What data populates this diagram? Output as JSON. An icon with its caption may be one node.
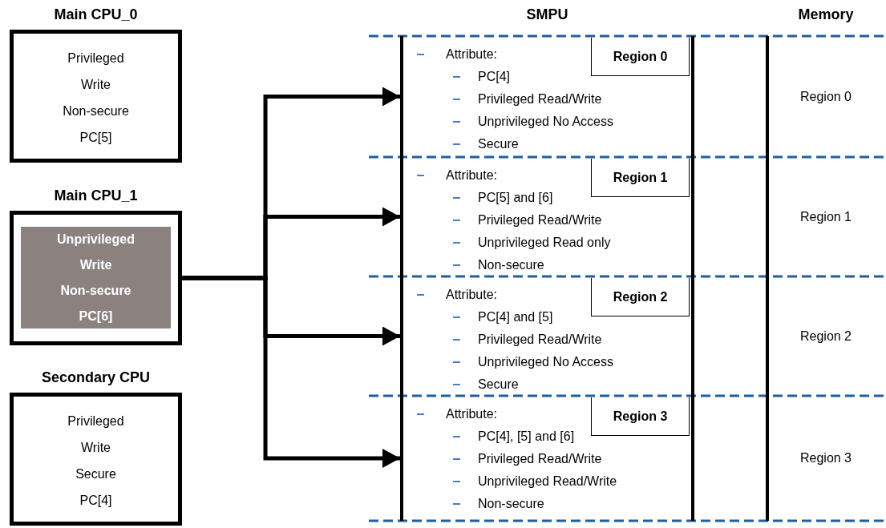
{
  "diagram": {
    "nodes": [
      {
        "text": [
          "Main CPU_0",
          "Privileged",
          "Write",
          "Non-secure",
          "PC[5]"
        ]
      },
      {
        "text": [
          "Main CPU_1"
        ]
      },
      {
        "text": [
          "Unprivileged",
          "Write",
          "Non-secure",
          "PC[6]"
        ],
        "in": 1
      },
      {
        "text": [
          "Secondary CPU",
          "Privileged",
          "Write",
          "Secure",
          "PC[4]"
        ]
      },
      {
        "text": [
          "SMPU"
        ]
      },
      {
        "text": [
          "Attribute:",
          "PC[4]",
          "Privileged Read/Write",
          "Unprivileged No Access",
          "Secure"
        ],
        "in": 4
      },
      {
        "text": [
          "Region 0"
        ],
        "in": 4
      },
      {
        "text": [
          "Attribute:",
          "PC[5] and [6]",
          "Privileged Read/Write",
          "Unprivileged Read only",
          "Non-secure"
        ],
        "in": 4
      },
      {
        "text": [
          "Region 1"
        ],
        "in": 4
      },
      {
        "text": [
          "Attribute:",
          "PC[4] and [5]",
          "Privileged Read/Write",
          "Unprivileged No Access",
          "Secure"
        ],
        "in": 4
      },
      {
        "text": [
          "Region 2"
        ],
        "in": 4
      },
      {
        "text": [
          "Attribute:",
          "PC[4], [5] and [6]",
          "Privileged Read/Write",
          "Unprivileged Read/Write",
          "Non-secure"
        ],
        "in": 4
      },
      {
        "text": [
          "Region 3"
        ],
        "in": 4
      },
      {
        "text": [
          "Memory"
        ]
      },
      {
        "text": [
          "Region 0"
        ],
        "in": 13
      },
      {
        "text": [
          "Region 1"
        ],
        "in": 13
      },
      {
        "text": [
          "Region 2"
        ],
        "in": 13
      },
      {
        "text": [
          "Region 3"
        ],
        "in": 13
      }
    ],
    "edges": [
      {
        "from": 1,
        "to": 5,
        "arrow": "to"
      },
      {
        "from": 1,
        "to": 7,
        "arrow": "to"
      },
      {
        "from": 1,
        "to": 9,
        "arrow": "to"
      },
      {
        "from": 1,
        "to": 11,
        "arrow": "to"
      }
    ]
  }
}
